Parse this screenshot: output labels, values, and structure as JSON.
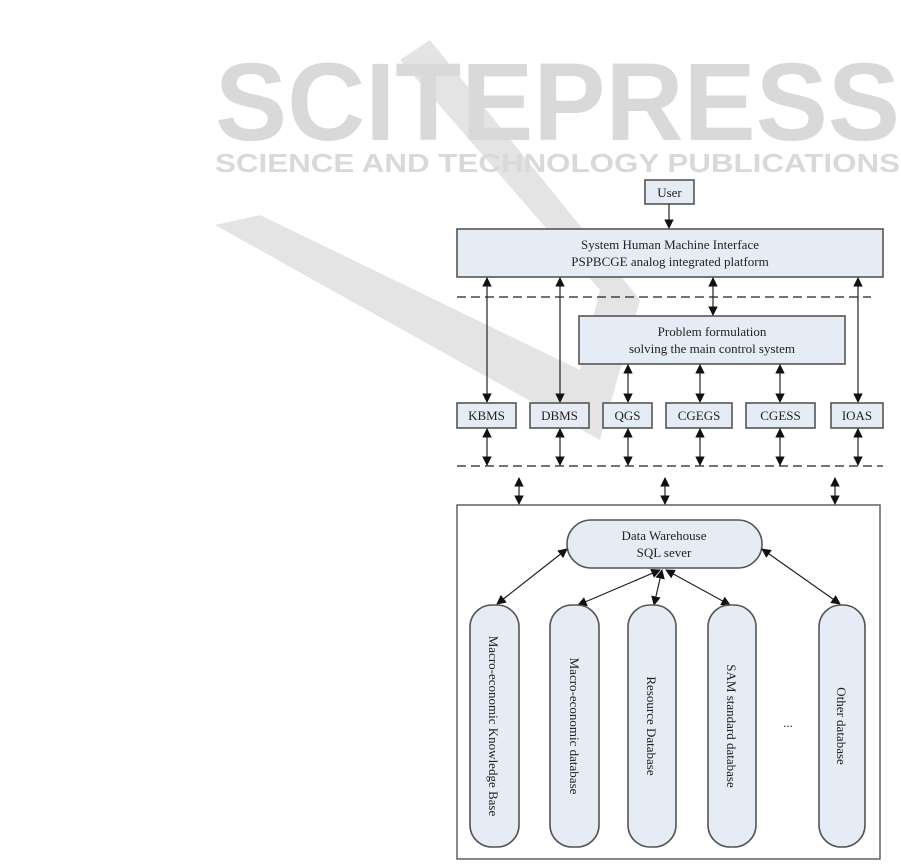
{
  "watermark": {
    "title": "SCITEPRESS",
    "subtitle": "SCIENCE AND TECHNOLOGY PUBLICATIONS"
  },
  "user": "User",
  "hmi": {
    "line1": "System Human Machine Interface",
    "line2": "PSPBCGE analog integrated platform"
  },
  "problem": {
    "line1": "Problem formulation",
    "line2": "solving the main control system"
  },
  "modules": [
    "KBMS",
    "DBMS",
    "QGS",
    "CGEGS",
    "CGESS",
    "IOAS"
  ],
  "warehouse": {
    "line1": "Data Warehouse",
    "line2": "SQL sever"
  },
  "databases": [
    "Macro-economic Knowledge Base",
    "Macro-economic database",
    "Resource Database",
    "SAM standard database",
    "Other database"
  ],
  "ellipsis": "..."
}
